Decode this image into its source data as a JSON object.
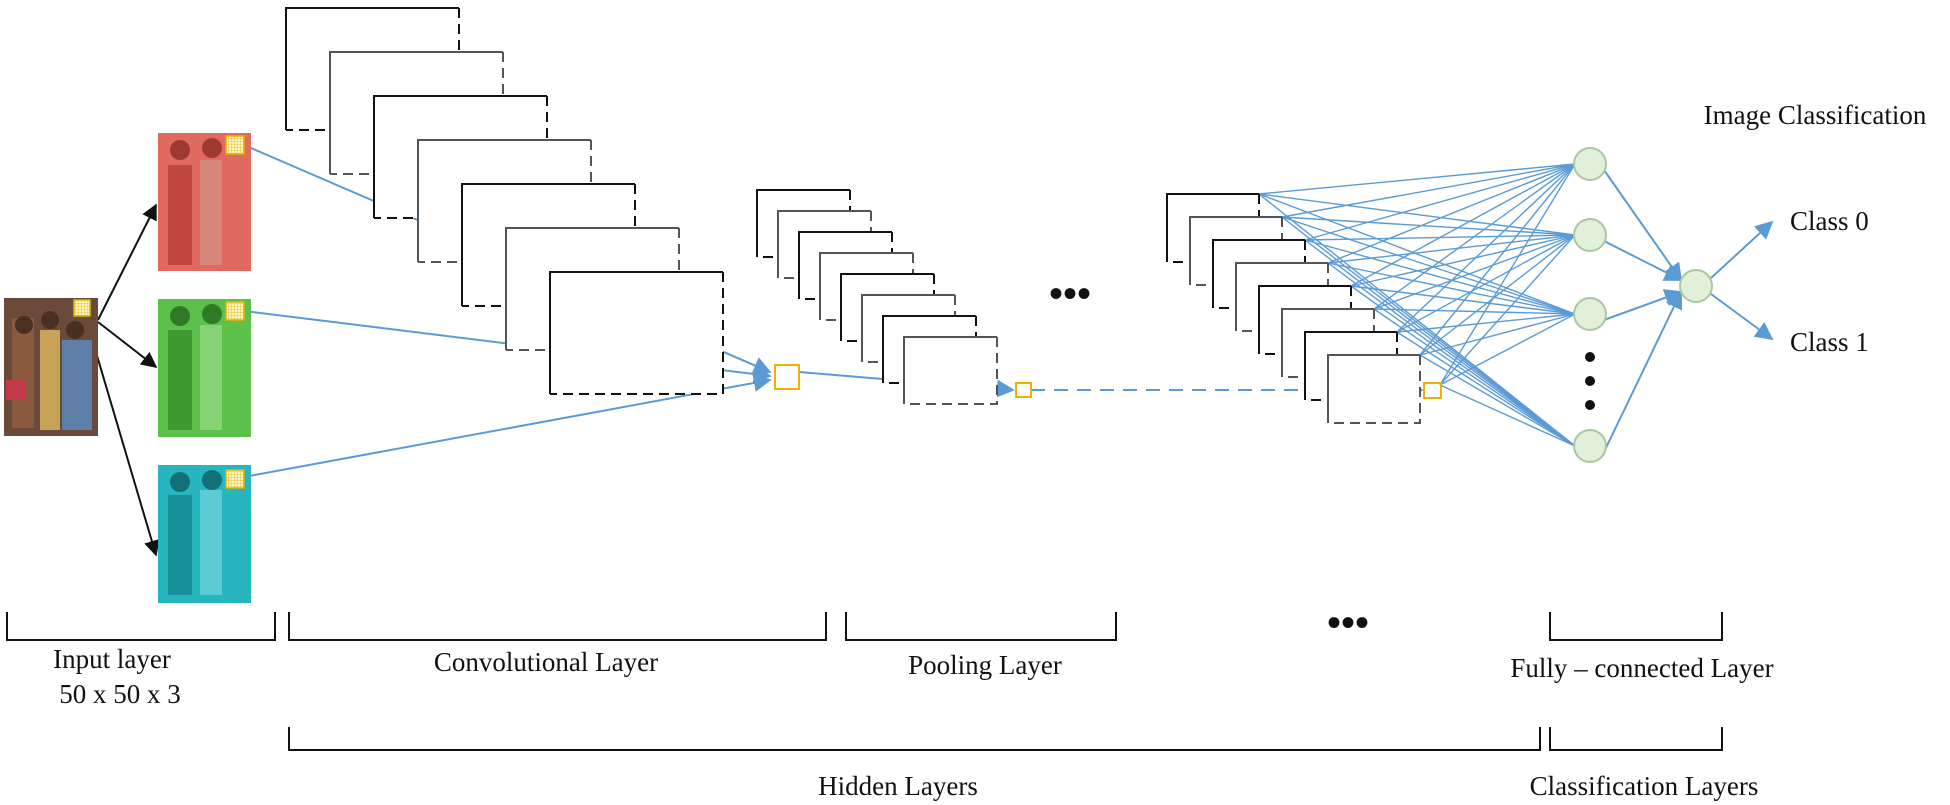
{
  "labels": {
    "input_layer": "Input layer",
    "input_size": "50 x 50 x 3",
    "convolutional": "Convolutional Layer",
    "pooling": "Pooling Layer",
    "fully_connected": "Fully – connected Layer",
    "hidden": "Hidden Layers",
    "classification_layers": "Classification Layers",
    "image_classification": "Image Classification",
    "class0": "Class 0",
    "class1": "Class 1",
    "ellipsis": "•••"
  },
  "colors": {
    "arrow_blue": "#5b9bd5",
    "node_fill": "#e2efd9",
    "node_stroke": "#a9c7a0",
    "highlight": "#f0b000",
    "red_channel": "#e06a60",
    "green_channel": "#5cc04a",
    "cyan_channel": "#27b5c0",
    "photo": "#6b4a3a"
  },
  "icons": {
    "input_photo": "photo-thumbnail",
    "channel_images": "color-channel-thumbnail",
    "kernel": "grid-icon"
  }
}
